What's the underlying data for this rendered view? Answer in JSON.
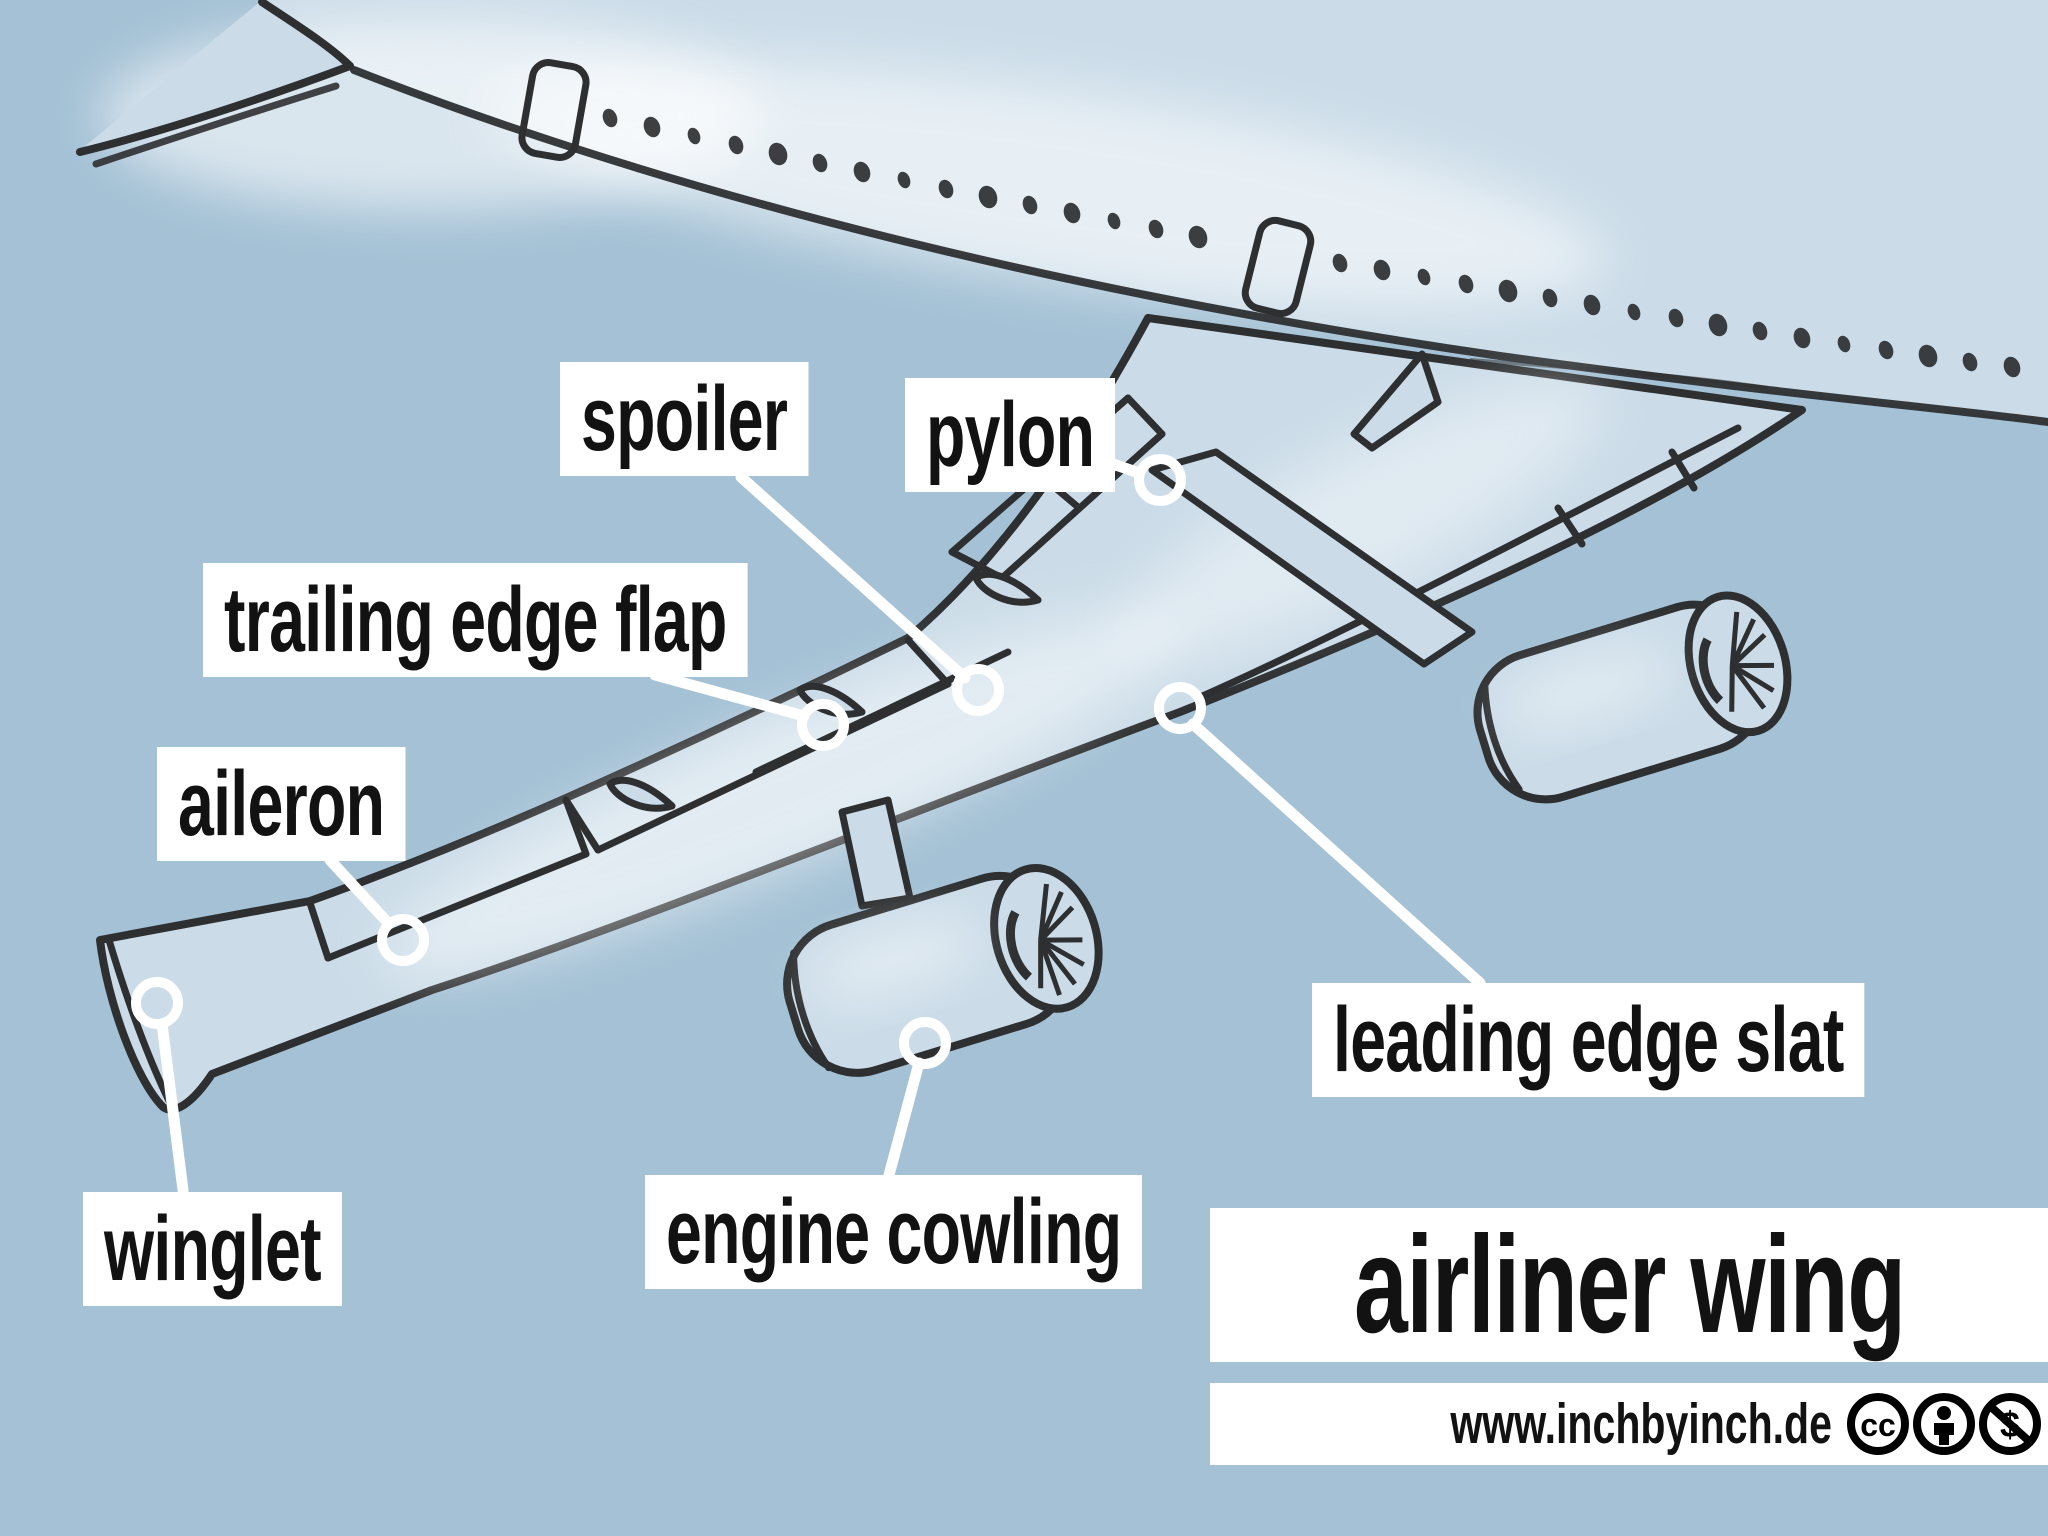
{
  "app": {
    "background_color": "#a4c1d5",
    "sketch_line_color": "#2d2f31",
    "plane_fill_color": "#cbdce8",
    "label_background": "#ffffff",
    "label_text_color": "#121212",
    "leader_line_color": "#ffffff"
  },
  "diagram": {
    "subject": "hand-drawn airliner wing seen from below",
    "labels": [
      {
        "id": "spoiler",
        "text": "spoiler"
      },
      {
        "id": "pylon",
        "text": "pylon"
      },
      {
        "id": "trailing-edge-flap",
        "text": "trailing edge flap"
      },
      {
        "id": "aileron",
        "text": "aileron"
      },
      {
        "id": "winglet",
        "text": "winglet"
      },
      {
        "id": "engine-cowling",
        "text": "engine cowling"
      },
      {
        "id": "leading-edge-slat",
        "text": "leading edge slat"
      }
    ]
  },
  "footer": {
    "title": "airliner wing",
    "website": "www.inchbyinch.de",
    "license_icons": [
      "cc-icon",
      "attribution-icon",
      "non-commercial-icon"
    ]
  }
}
